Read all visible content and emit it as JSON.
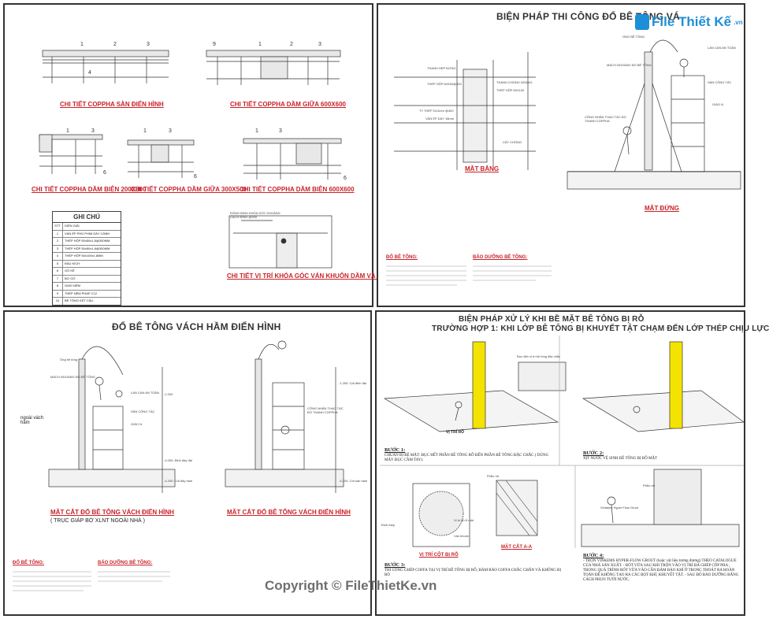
{
  "sheet1": {
    "captions": {
      "slab": "CHI TIẾT COPPHA SÀN ĐIỂN HÌNH",
      "beam_mid_600": "CHI TIẾT COPPHA DẦM GIỮA 600X600",
      "beam_edge_200": "CHI TIẾT COPPHA DẦM BIÊN 200X300",
      "beam_mid_300": "CHI TIẾT COPPHA DẦM GIỮA 300X500",
      "beam_edge_600": "CHI TIẾT COPPHA DẦM BIÊN 600X600",
      "corner_lock": "CHI TIẾT VỊ TRÍ KHÓA GÓC VÁN KHUÔN DẦM VÀ SÀN"
    },
    "legend": {
      "title": "GHI CHÚ",
      "header": {
        "stt": "STT",
        "desc": "DIỄN GIẢI"
      },
      "rows": [
        {
          "stt": "1",
          "desc": "VÁN ÉP PHỦ PHIM DÀY 12MM"
        },
        {
          "stt": "2",
          "desc": "THÉP HỘP 50x50x1.8@300MM"
        },
        {
          "stt": "3",
          "desc": "THÉP HỘP 50x50x1.8@300MM"
        },
        {
          "stt": "4",
          "desc": "THÉP HỘP 50x100x1.8MM"
        },
        {
          "stt": "5",
          "desc": "ĐẦU KÍCH"
        },
        {
          "stt": "6",
          "desc": "GỖ KÊ"
        },
        {
          "stt": "7",
          "desc": "BỢ GỖ"
        },
        {
          "stt": "8",
          "desc": "GIÁO NÊM"
        },
        {
          "stt": "9",
          "desc": "THÉP NÊM PHÁP C12"
        },
        {
          "stt": "10",
          "desc": "BÊ TÔNG KẾT CẤU"
        }
      ]
    },
    "corner_note": "ĐÓNG ĐINH KHÓA GÓC KHOẢNG CÁCH ĐINH @300"
  },
  "sheet2": {
    "title": "BIỆN PHÁP THI CÔNG ĐỔ BÊ TÔNG VÁ",
    "logo": {
      "name": "File Thiết Kế",
      "domain": ".vn"
    },
    "plan_caption": "MẶT BẰNG",
    "elev_caption": "MẶT ĐỨNG",
    "plan_labels": [
      "THANH HẸP ĐỨNG",
      "THÉP HỘP 50X50@300",
      "TY THÉP D12mm @400",
      "VÁN ÉP DÀY 18mm",
      "THANH CHỐNG NGANG",
      "THÉP HỘP 50X100",
      "CÂY CHỐNG"
    ],
    "elev_labels": [
      "ỐNG BÊ TÔNG",
      "MÁCH NGOÀNG ĐỔ BÊ TÔNG",
      "LAN CAN AN TOÀN",
      "SÀN CÔNG TÁC",
      "GIÁO N",
      "CÔNG NHÂN THAO TÁC ĐỔ THANH COPPHA"
    ],
    "notes_left_head": "ĐỔ BÊ TÔNG:",
    "notes_right_head": "BẢO DƯỠNG BÊ TÔNG:"
  },
  "sheet3": {
    "title": "ĐỔ BÊ TÔNG VÁCH HẦM ĐIỂN HÌNH",
    "caption_left": "MẶT CẮT ĐỔ BÊ TÔNG VÁCH ĐIỂN HÌNH",
    "caption_left_sub": "( TRỤC GIÁP BỜ XLNT NGOÀI NHÀ )",
    "caption_right": "MẶT CẮT ĐỔ BÊ TÔNG VÁCH ĐIỂN HÌNH",
    "side_label": "ngoài vách hầm",
    "labels": [
      "Ống bê tông",
      "MÁCH NGOÀNG ĐỔ BÊ TÔNG",
      "LAN CAN AN TOÀN",
      "SÀN CÔNG TÁC",
      "GIÁO N",
      "CÔNG NHÂN THAO TÁC ĐỔ THANH COPPHA"
    ],
    "elevations": [
      "-1.000",
      "-4.000: Đỉnh đáy đài",
      "-4.200: Cốt đáy hầm",
      "-4.200: Cốt sàn hầm",
      "-1.250: Cốt đỉnh đài"
    ],
    "notes_left_head": "ĐỔ BÊ TÔNG:",
    "notes_right_head": "BẢO DƯỠNG BÊ TÔNG:"
  },
  "sheet4": {
    "title1": "BIỆN PHÁP XỬ LÝ KHI BỀ MẶT BÊ TÔNG BỊ RỖ",
    "title2": "TRƯỜNG HỢP 1: KHI LỚP BÊ TÔNG BỊ KHUYẾT TẬT CHẠM ĐẾN LỚP THÉP CHỊU LỰC",
    "callouts": {
      "chisel": "Đục đến vị trí bê tông đặc chắc",
      "honeycomb": "VỊ TRÍ RỖ",
      "funnel": "Phễu rót",
      "grout_area": "Vị trí bị rỗ mặt",
      "shoring": "Đinh thép",
      "formwork": "Ván khuôn",
      "section_aa": "MẶT CẮT A-A",
      "col_pos": "VỊ TRÍ CỘT BỊ RỖ",
      "flow_grout": "Vinitame Hyper Flow Grout",
      "funnel2": "Phễu rót"
    },
    "steps": [
      {
        "head": "BƯỚC 1:",
        "text": "CHUẨN BỊ BỀ MẶT: ĐỤC HẾT PHẦN BÊ TÔNG RỖ ĐẾN PHẦN BÊ TÔNG ĐẶC CHẮC ( DÙNG MÁY ĐỤC CẦM TAY)."
      },
      {
        "head": "BƯỚC 2:",
        "text": "XỊT NƯỚC VỆ SINH BÊ TÔNG BỊ RỖ MẶT"
      },
      {
        "head": "BƯỚC 3:",
        "text": "THI CÔNG GHÉP COFFA TẠI VỊ TRÍ BÊ TÔNG BỊ RỖ, ĐẢM BẢO COFFA CHẮC CHẮN VÀ KHÔNG BỊ RÒ"
      },
      {
        "head": "BƯỚC 4:",
        "text": "- TRỘN VINKEMS HYPER-FLOW GROUT (hoặc vật liệu tương đương) THEO CATALOGUE CỦA NHÀ SẢN XUẤT. - RÓT VỮA SAU KHI TRỘN VÀO VỊ TRÍ ĐÃ GHÉP CỐP PHA ; TRONG QUÁ TRÌNH RÓT VỮA VÀO CẦN ĐẢM BẢO KHÍ Ở TRONG THOÁT RA HOÀN TOÀN ĐỂ KHÔNG TẠO RA CÁC BỌT KHÍ, KHUYẾT TẬT. - SAU ĐÓ BẢO DƯỠNG BẰNG CÁCH PHUN TƯỚI NƯỚC."
      }
    ]
  },
  "watermark": "Copyright © FileThietKe.vn",
  "colors": {
    "accent_red": "#c8232a",
    "logo_blue": "#1d8fd6",
    "column_yellow": "#f4e300"
  }
}
